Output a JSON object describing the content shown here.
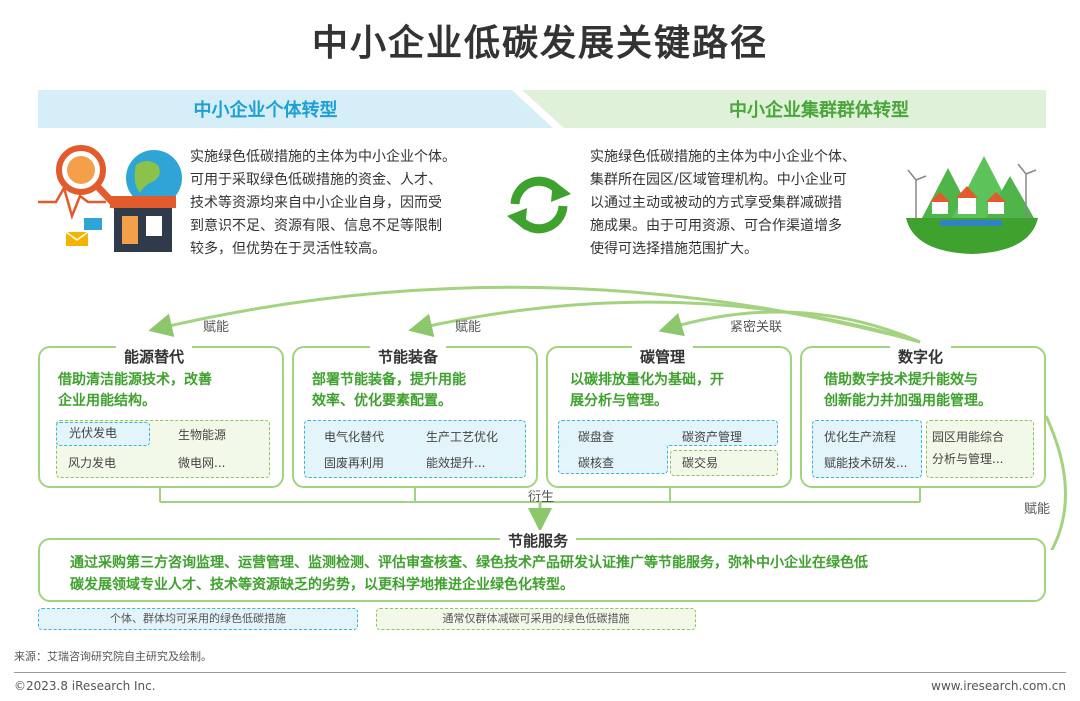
{
  "title": "中小企业低碳发展关键路径",
  "banners": {
    "left": "中小企业个体转型",
    "right": "中小企业集群群体转型"
  },
  "individual_desc": [
    "实施绿色低碳措施的主体为中小企业个体。",
    "可用于采取绿色低碳措施的资金、人才、",
    "技术等资源均来自中小企业自身，因而受",
    "到意识不足、资源有限、信息不足等限制",
    "较多，但优势在于灵活性较高。"
  ],
  "cluster_desc": [
    "实施绿色低碳措施的主体为中小企业个体、",
    "集群所在园区/区域管理机构。中小企业可",
    "以通过主动或被动的方式享受集群减碳措",
    "施成果。由于可用资源、可合作渠道增多",
    "使得可选择措施范围扩大。"
  ],
  "arrow_labels": {
    "empower1": "赋能",
    "empower2": "赋能",
    "close_link": "紧密关联",
    "derive": "衍生",
    "empower_right": "赋能"
  },
  "boxes": [
    {
      "title": "能源替代",
      "text": [
        "借助清洁能源技术，改善",
        "企业用能结构。"
      ],
      "tags": [
        {
          "label": "光伏发电",
          "style": "blue"
        },
        {
          "label": "生物能源",
          "style": "green"
        },
        {
          "label": "风力发电",
          "style": "green"
        },
        {
          "label": "微电网...",
          "style": "green"
        }
      ]
    },
    {
      "title": "节能装备",
      "text": [
        "部署节能装备，提升用能",
        "效率、优化要素配置。"
      ],
      "tags": [
        {
          "label": "电气化替代",
          "style": "blue"
        },
        {
          "label": "生产工艺优化",
          "style": "blue"
        },
        {
          "label": "固废再利用",
          "style": "blue"
        },
        {
          "label": "能效提升...",
          "style": "blue"
        }
      ]
    },
    {
      "title": "碳管理",
      "text": [
        "以碳排放量化为基础，开",
        "展分析与管理。"
      ],
      "tags": [
        {
          "label": "碳盘查",
          "style": "blue"
        },
        {
          "label": "碳资产管理",
          "style": "blue"
        },
        {
          "label": "碳核查",
          "style": "blue"
        },
        {
          "label": "碳交易",
          "style": "green"
        }
      ]
    },
    {
      "title": "数字化",
      "text": [
        "借助数字技术提升能效与",
        "创新能力并加强用能管理。"
      ],
      "tags": [
        {
          "label": "优化生产流程",
          "style": "blue"
        },
        {
          "label": "园区用能综合",
          "style": "green"
        },
        {
          "label": "赋能技术研发...",
          "style": "blue"
        },
        {
          "label": "分析与管理...",
          "style": "green"
        }
      ]
    }
  ],
  "service": {
    "title": "节能服务",
    "text": [
      "通过采购第三方咨询监理、运营管理、监测检测、评估审查核查、绿色技术产品研发认证推广等节能服务，弥补中小企业在绿色低",
      "碳发展领域专业人才、技术等资源缺乏的劣势，以更科学地推进企业绿色化转型。"
    ]
  },
  "legend": {
    "blue": "个体、群体均可采用的绿色低碳措施",
    "green": "通常仅群体减碳可采用的绿色低碳措施"
  },
  "source": "来源：艾瑞咨询研究院自主研究及绘制。",
  "copyright": "©2023.8 iResearch Inc.",
  "website": "www.iresearch.com.cn",
  "colors": {
    "accent_blue": "#1ea0d6",
    "accent_green": "#4aa63a",
    "border_green": "#a4d37f"
  }
}
